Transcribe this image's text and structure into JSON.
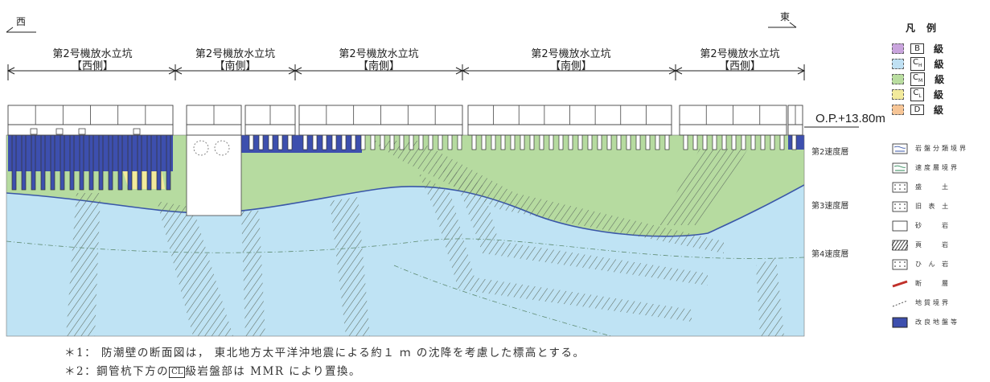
{
  "orientation": {
    "west": "西",
    "east": "東"
  },
  "sections": [
    {
      "line1": "第2号機放水立坑",
      "line2": "【西側】"
    },
    {
      "line1": "第2号機放水立坑",
      "line2": "【南側】"
    },
    {
      "line1": "第2号機放水立坑",
      "line2": "【南側】"
    },
    {
      "line1": "第2号機放水立坑",
      "line2": "【南側】"
    },
    {
      "line1": "第2号機放水立坑",
      "line2": "【西側】"
    }
  ],
  "elevation_label": "O.P.+13.80m",
  "layers": [
    "第2速度層",
    "第3速度層",
    "第4速度層"
  ],
  "legend": {
    "title": "凡例",
    "rock_classes": [
      {
        "code": "B",
        "sub": "",
        "suffix": "級",
        "color": "#c9a4dd"
      },
      {
        "code": "C",
        "sub": "H",
        "suffix": "級",
        "color": "#bfe0f3"
      },
      {
        "code": "C",
        "sub": "M",
        "suffix": "級",
        "color": "#b9dda0"
      },
      {
        "code": "C",
        "sub": "L",
        "suffix": "級",
        "color": "#f2ea9c"
      },
      {
        "code": "D",
        "sub": "",
        "suffix": "級",
        "color": "#f6c596"
      }
    ],
    "symbols": [
      {
        "icon": "rock-boundary-icon",
        "label": "岩盤分類境界"
      },
      {
        "icon": "velocity-boundary-icon",
        "label": "速度層境界"
      },
      {
        "icon": "fill-soil-icon",
        "label": "盛　　土"
      },
      {
        "icon": "old-topsoil-icon",
        "label": "旧 表 土"
      },
      {
        "icon": "sandstone-icon",
        "label": "砂　　岩"
      },
      {
        "icon": "shale-icon",
        "label": "頁　　岩"
      },
      {
        "icon": "porphyrite-icon",
        "label": "ひ ん 岩"
      },
      {
        "icon": "fault-icon",
        "label": "断　　層"
      },
      {
        "icon": "geologic-boundary-icon",
        "label": "地質境界"
      },
      {
        "icon": "improved-ground-icon",
        "label": "改良地盤等"
      }
    ]
  },
  "notes": {
    "n1": "＊1： 防潮壁の断面図は， 東北地方太平洋沖地震による約１ ｍ の沈降を考慮した標高とする。",
    "n2_pre": "＊2：鋼管杭下方の",
    "n2_box": "CL",
    "n2_post": "級岩盤部は MMR により置換。"
  },
  "colors": {
    "sky": "#bfe3f4",
    "green": "#b6dba0",
    "improved": "#3d4fae",
    "cl": "#f2ea9c",
    "hatch": "#5d6b5f"
  }
}
